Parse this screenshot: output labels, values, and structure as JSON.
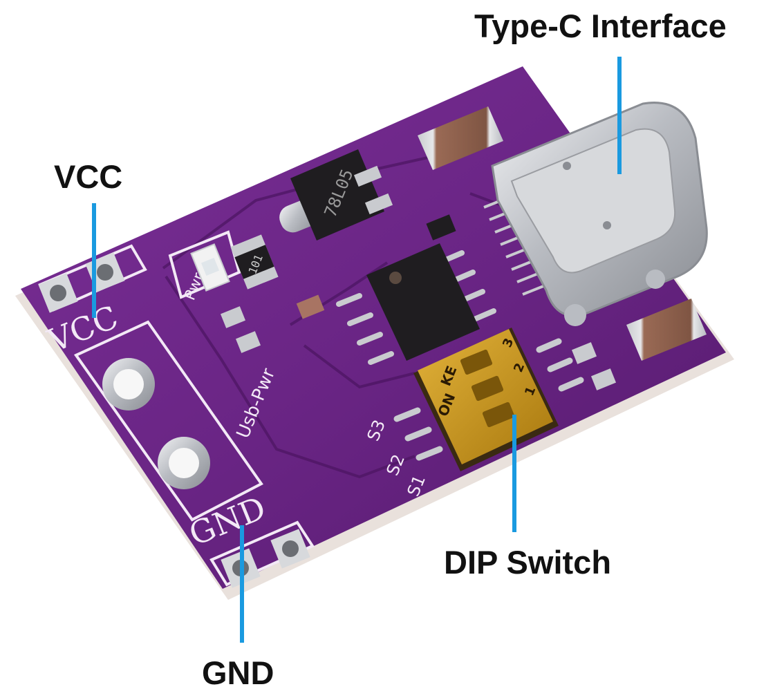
{
  "callouts": {
    "type_c": "Type-C Interface",
    "vcc": "VCC",
    "dip_switch": "DIP Switch",
    "gnd": "GND"
  },
  "board_markings": {
    "vcc": "VCC",
    "gnd": "GND",
    "usb_pwr": "Usb-Pwr",
    "pwr": "Pwr",
    "s1": "S1",
    "s2": "S2",
    "s3": "S3",
    "ic_code": "78L05",
    "resistor_code": "101",
    "dip_on": "ON",
    "dip_ke": "KE",
    "dip_1": "1",
    "dip_2": "2",
    "dip_3": "3"
  },
  "colors": {
    "pcb": "#6a2585",
    "pcb_dark": "#551a6d",
    "pcb_edge": "#e9e1dc",
    "callout_line": "#1a9ae0",
    "silkscreen": "#f3e9f6",
    "metal": "#c9cbcf",
    "dip_body": "#cf9b1a"
  }
}
